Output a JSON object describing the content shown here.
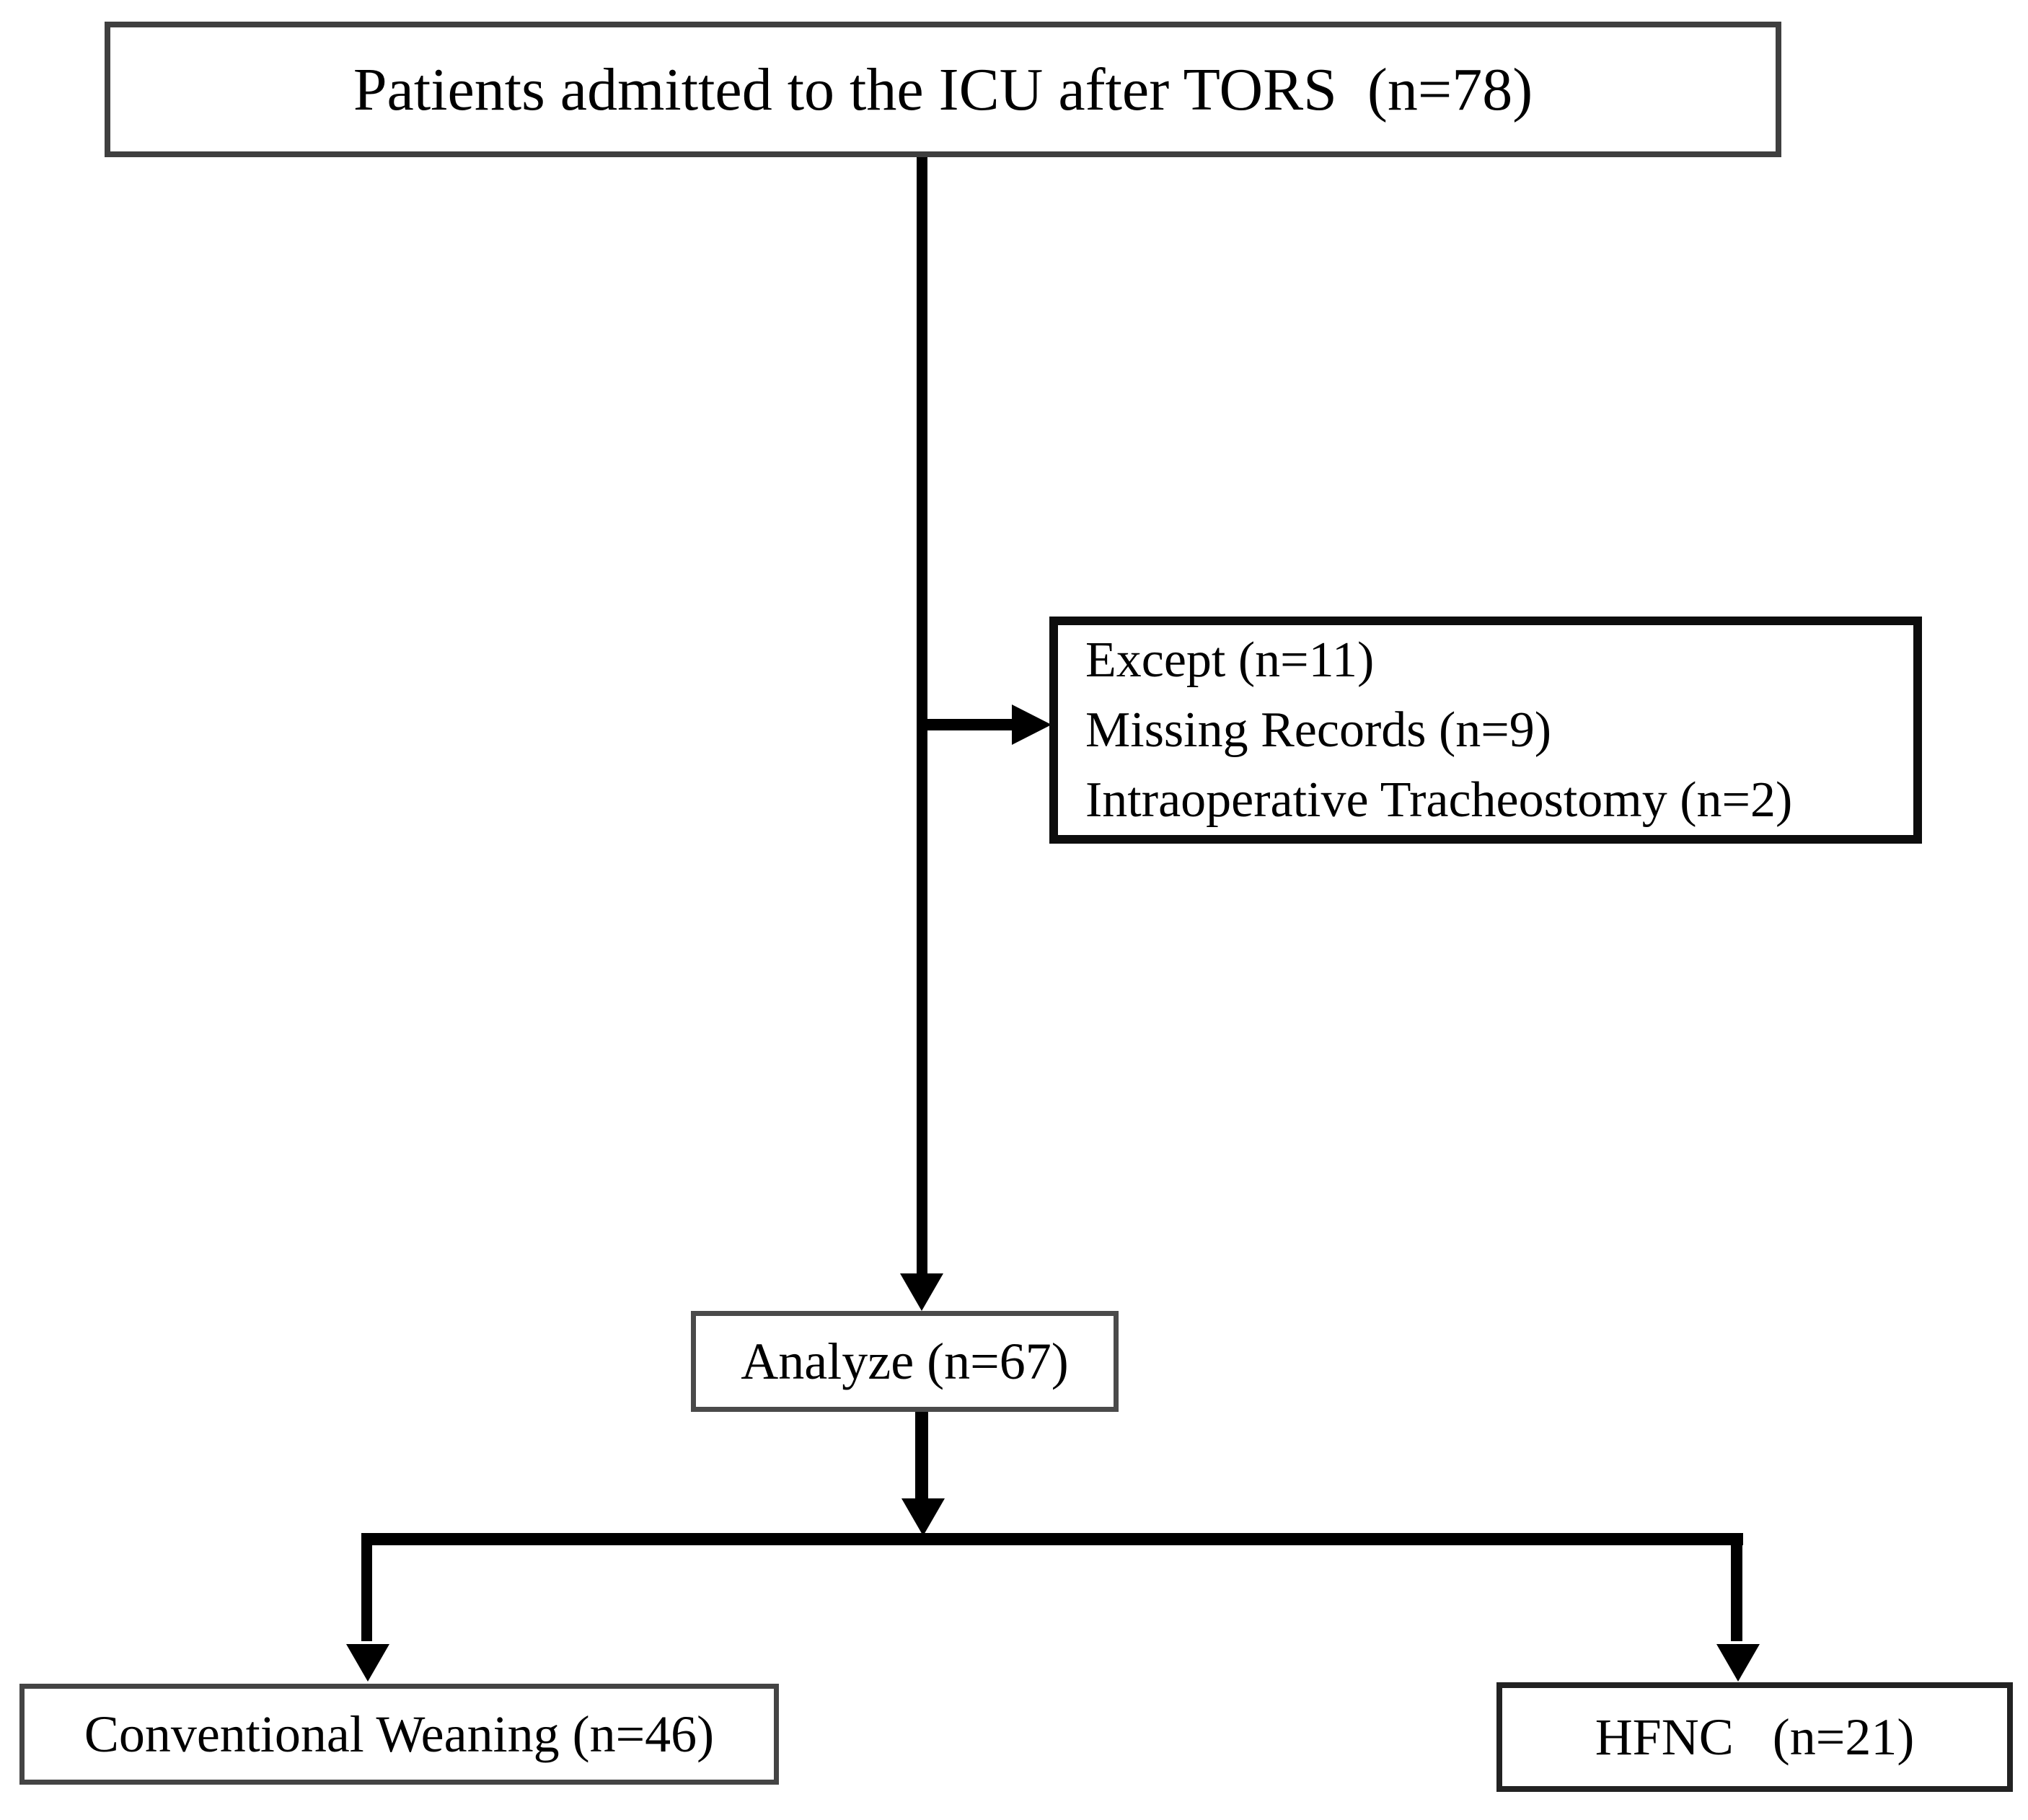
{
  "diagram": {
    "type": "flowchart",
    "nodes": {
      "admitted": {
        "label": "Patients admitted to the ICU after TORS  (n=78)"
      },
      "excluded": {
        "lines": [
          "Except (n=11)",
          "Missing Records (n=9)",
          "Intraoperative Tracheostomy (n=2)"
        ]
      },
      "analyzed": {
        "label": "Analyze (n=67)"
      },
      "conventional": {
        "label": "Conventional Weaning (n=46)"
      },
      "hfnc": {
        "label": "HFNC   (n=21)"
      }
    },
    "edges": [
      {
        "from": "admitted",
        "to": "analyzed",
        "style": "arrow-down"
      },
      {
        "from": "admitted",
        "to": "excluded",
        "style": "arrow-right"
      },
      {
        "from": "analyzed",
        "to": "conventional",
        "style": "arrow-down"
      },
      {
        "from": "analyzed",
        "to": "hfnc",
        "style": "arrow-down"
      }
    ],
    "colors": {
      "background": "#ffffff",
      "line": "#000000",
      "box_border_gray": "#444444",
      "box_border_black": "#0d0d0d",
      "text": "#000000"
    }
  }
}
